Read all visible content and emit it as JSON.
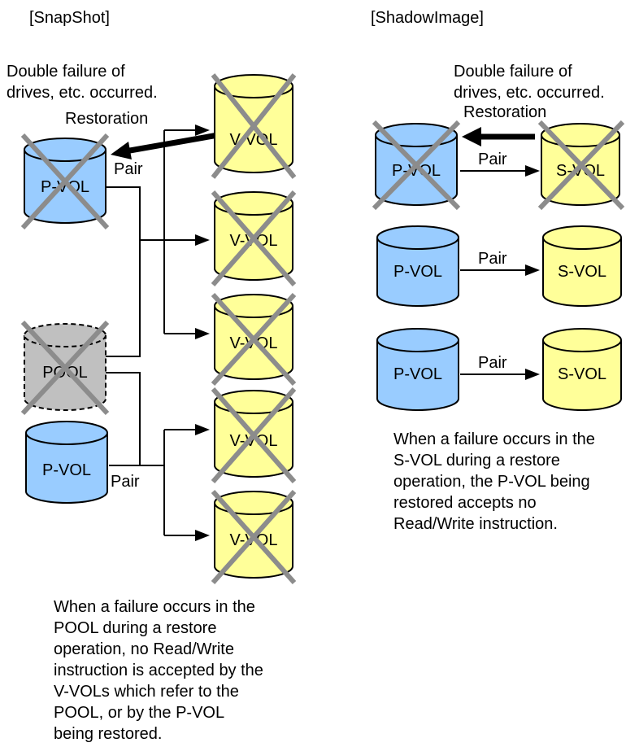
{
  "snapshot": {
    "header": "[SnapShot]",
    "failure_note": [
      "Double failure of",
      "drives, etc. occurred."
    ],
    "restoration_label": "Restoration",
    "pair_label": "Pair",
    "pvol_label": "P-VOL",
    "pool_label": "POOL",
    "vvol_label": "V-VOL",
    "description": [
      "When a failure occurs in the",
      "POOL during a restore",
      "operation, no Read/Write",
      "instruction is accepted by the",
      "V-VOLs which refer to the",
      "POOL, or by the P-VOL",
      "being restored."
    ]
  },
  "shadowimage": {
    "header": "[ShadowImage]",
    "failure_note": [
      "Double failure of",
      "drives, etc. occurred."
    ],
    "restoration_label": "Restoration",
    "pair_label": "Pair",
    "pvol_label": "P-VOL",
    "svol_label": "S-VOL",
    "description": [
      "When a failure occurs in the",
      "S-VOL during a restore",
      "operation, the P-VOL being",
      "restored accepts no",
      "Read/Write instruction."
    ]
  },
  "colors": {
    "pvol_fill": "#99ccff",
    "vol_fill": "#ffff99",
    "pool_fill": "#c0c0c0",
    "cross": "#8c8c8c",
    "line": "#000000"
  }
}
